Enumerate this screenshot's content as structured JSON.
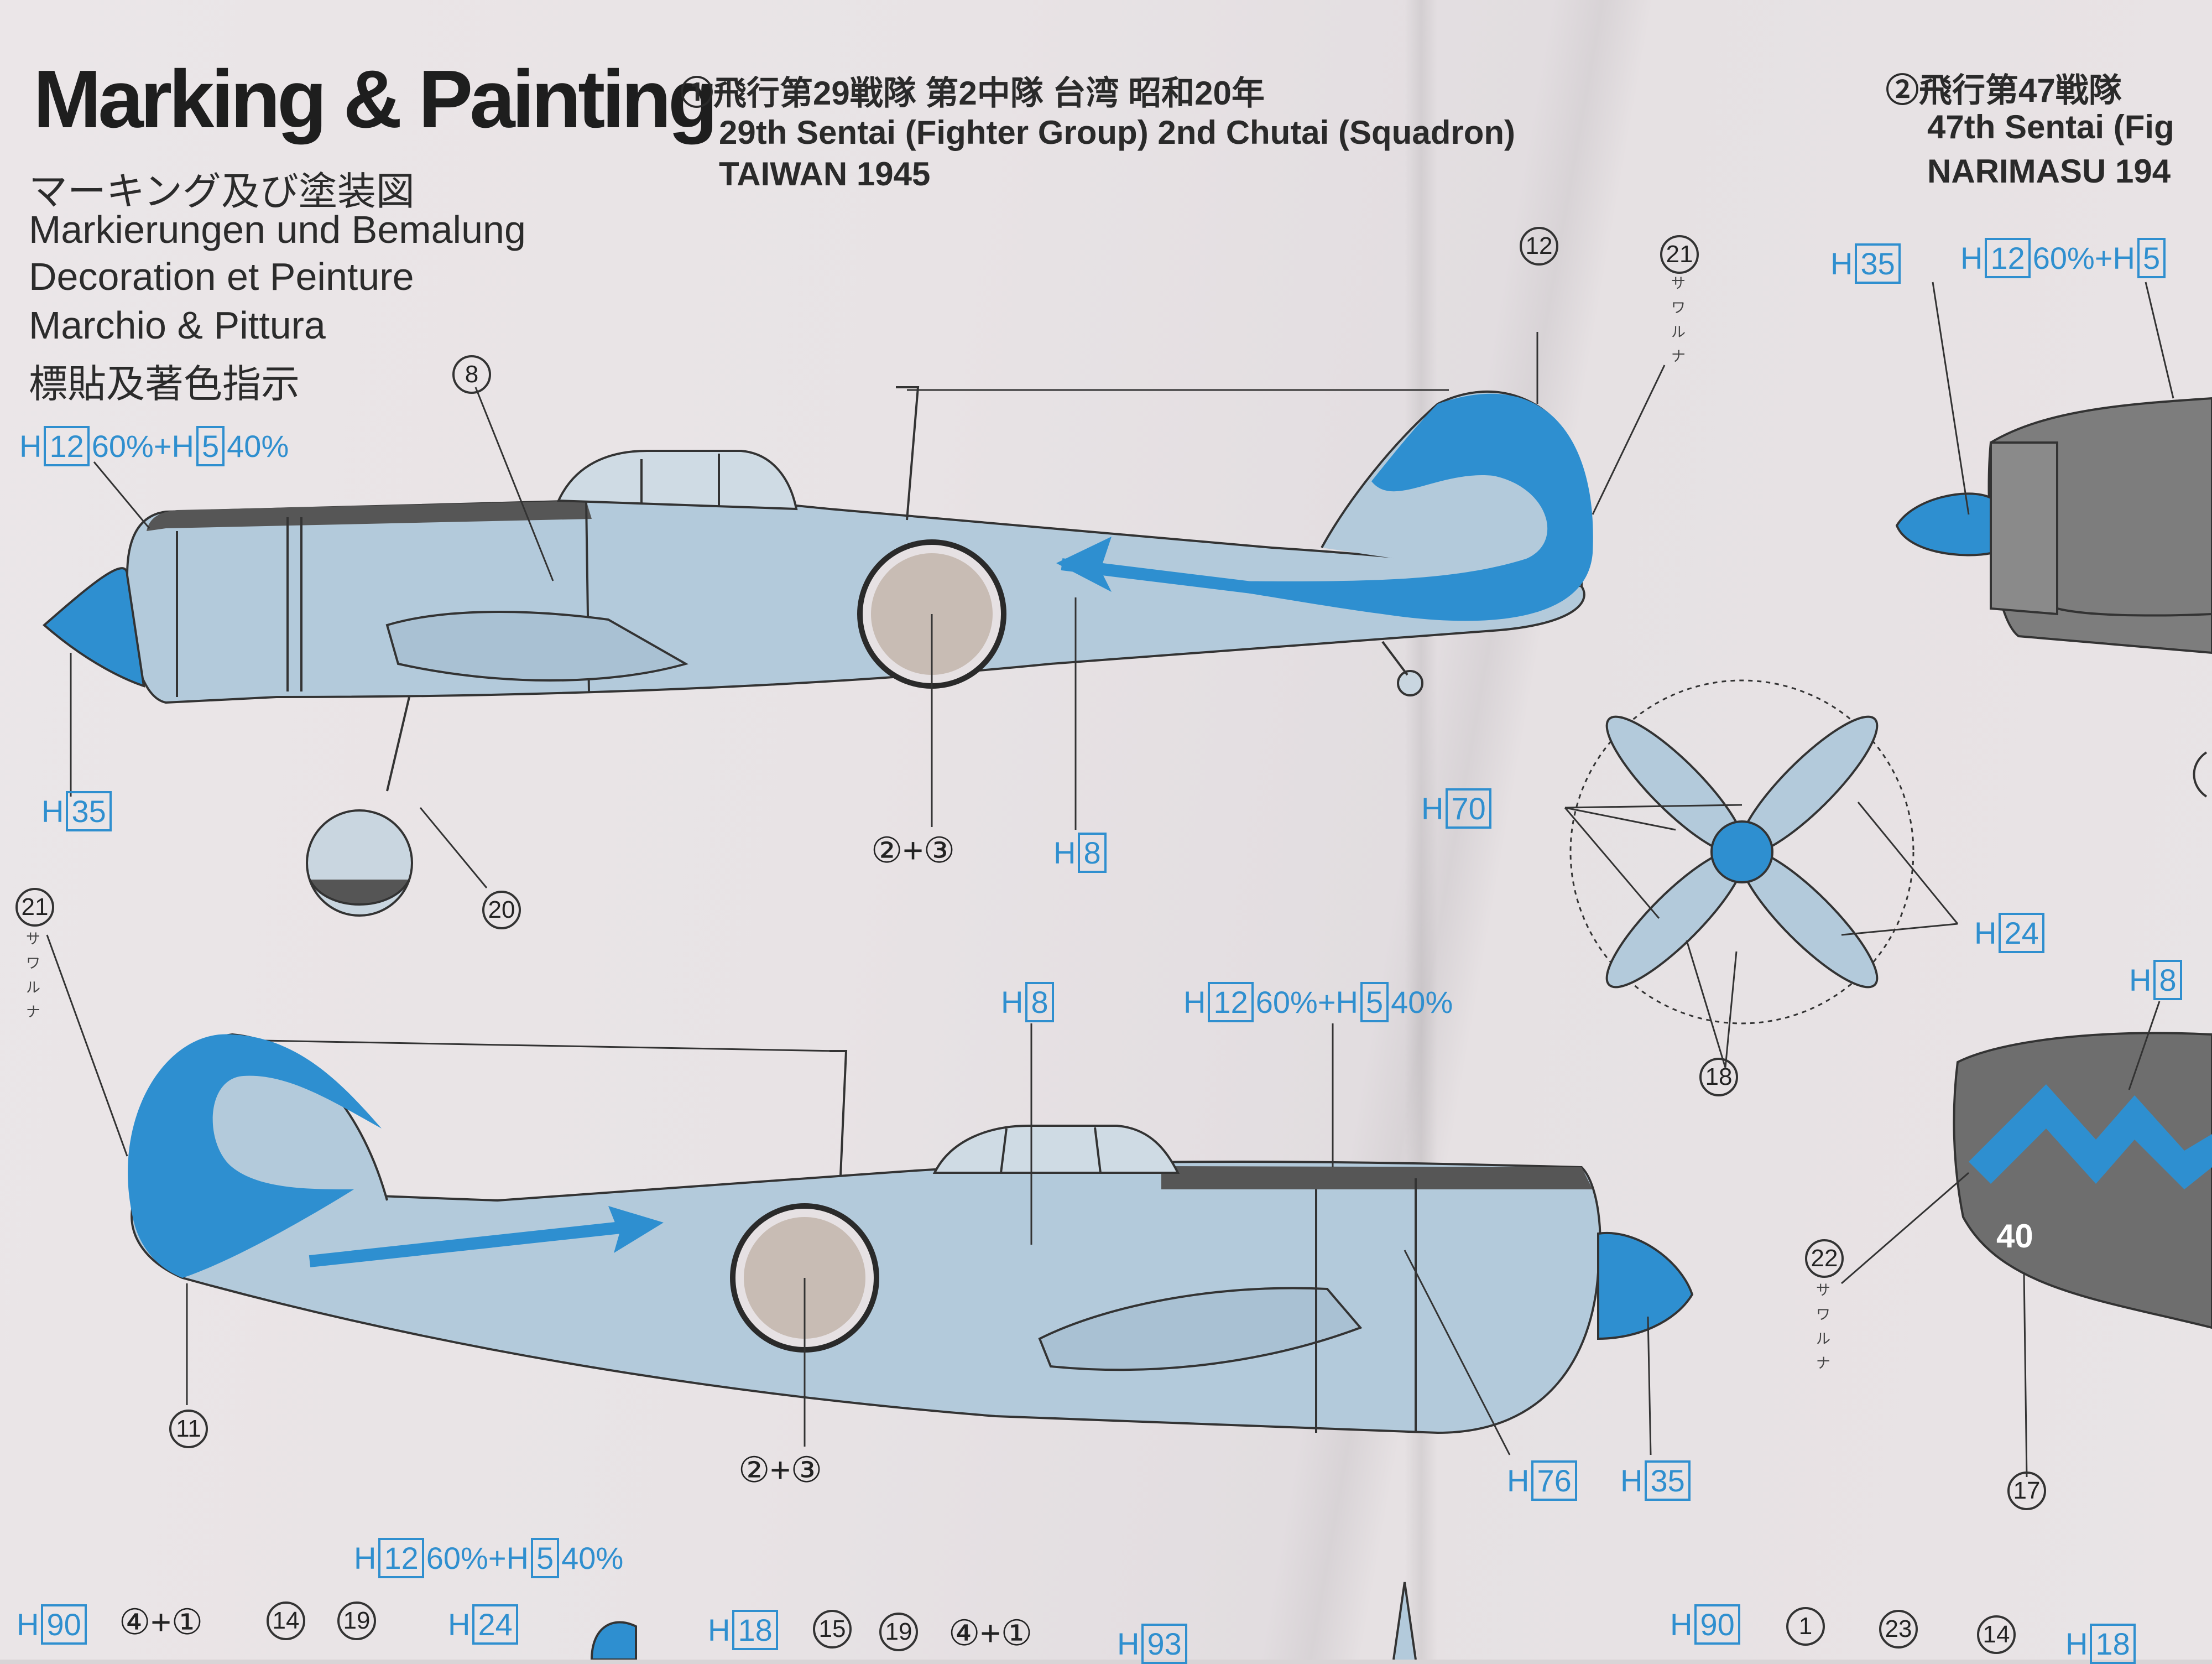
{
  "header": {
    "title": "Marking & Painting",
    "subtitles": [
      "マーキング及び塗装図",
      "Markierungen und Bemalung",
      "Decoration et Peinture",
      "Marchio & Pittura",
      "標貼及著色指示"
    ]
  },
  "scheme1": {
    "number": "①",
    "jp": "飛行第29戦隊 第2中隊 台湾 昭和20年",
    "en": "29th Sentai (Fighter Group) 2nd Chutai (Squadron)",
    "place": "TAIWAN 1945"
  },
  "scheme2": {
    "number": "②",
    "jp": "飛行第47戦隊",
    "en": "47th Sentai (Fig",
    "place": "NARIMASU 194"
  },
  "paint_callouts": {
    "top_mix": {
      "h1": "H",
      "c1": "12",
      "p1": "60%",
      "plus": "+",
      "h2": "H",
      "c2": "5",
      "p2": "40%"
    },
    "spinner_top": {
      "h": "H",
      "code": "35"
    },
    "roundel_top": "②+③",
    "fuselage_top": {
      "h": "H",
      "code": "8"
    },
    "prop": {
      "h": "H",
      "code": "70"
    },
    "prop_tips": {
      "h": "H",
      "code": "24"
    },
    "bottom_h8": {
      "h": "H",
      "code": "8"
    },
    "bottom_mix": {
      "h1": "H",
      "c1": "12",
      "p1": "60%",
      "plus": "+",
      "h2": "H",
      "c2": "5",
      "p2": "40%"
    },
    "roundel_bottom": "②+③",
    "exhaust": {
      "h": "H",
      "code": "76"
    },
    "spinner_bottom": {
      "h": "H",
      "code": "35"
    },
    "right_h35": {
      "h": "H",
      "code": "35"
    },
    "right_mix": {
      "h1": "H",
      "c1": "12",
      "p1": "60%",
      "plus": "+",
      "h2": "H",
      "c2": "5"
    },
    "right_h8": {
      "h": "H",
      "code": "8"
    },
    "footer_mix": {
      "h1": "H",
      "c1": "12",
      "p1": "60%",
      "plus": "+",
      "h2": "H",
      "c2": "5",
      "p2": "40%"
    }
  },
  "part_refs": {
    "r8": "8",
    "r12": "12",
    "r21a": "21",
    "r20": "20",
    "r21b": "21",
    "r11": "11",
    "r18": "18",
    "r22": "22",
    "r17": "17"
  },
  "kana": {
    "sawaruna": "サワルナ"
  },
  "tail_number": "40",
  "footer": {
    "h90a": {
      "h": "H",
      "code": "90"
    },
    "ref41a": "④+①",
    "r14a": "14",
    "r19a": "19",
    "h24": {
      "h": "H",
      "code": "24"
    },
    "h18a": {
      "h": "H",
      "code": "18"
    },
    "r15": "15",
    "r19b": "19",
    "ref41b": "④+①",
    "h93": {
      "h": "H",
      "code": "93"
    },
    "h90b": {
      "h": "H",
      "code": "90"
    },
    "r1": "1",
    "r23": "23",
    "r14b": "14",
    "h18b": {
      "h": "H",
      "code": "18"
    }
  },
  "colors": {
    "aircraft_body": "#b3cadb",
    "aircraft_dark": "#565656",
    "marking_blue": "#2e8fd0",
    "callout_blue": "#2f8fcf",
    "paper": "#e8e3e5"
  }
}
